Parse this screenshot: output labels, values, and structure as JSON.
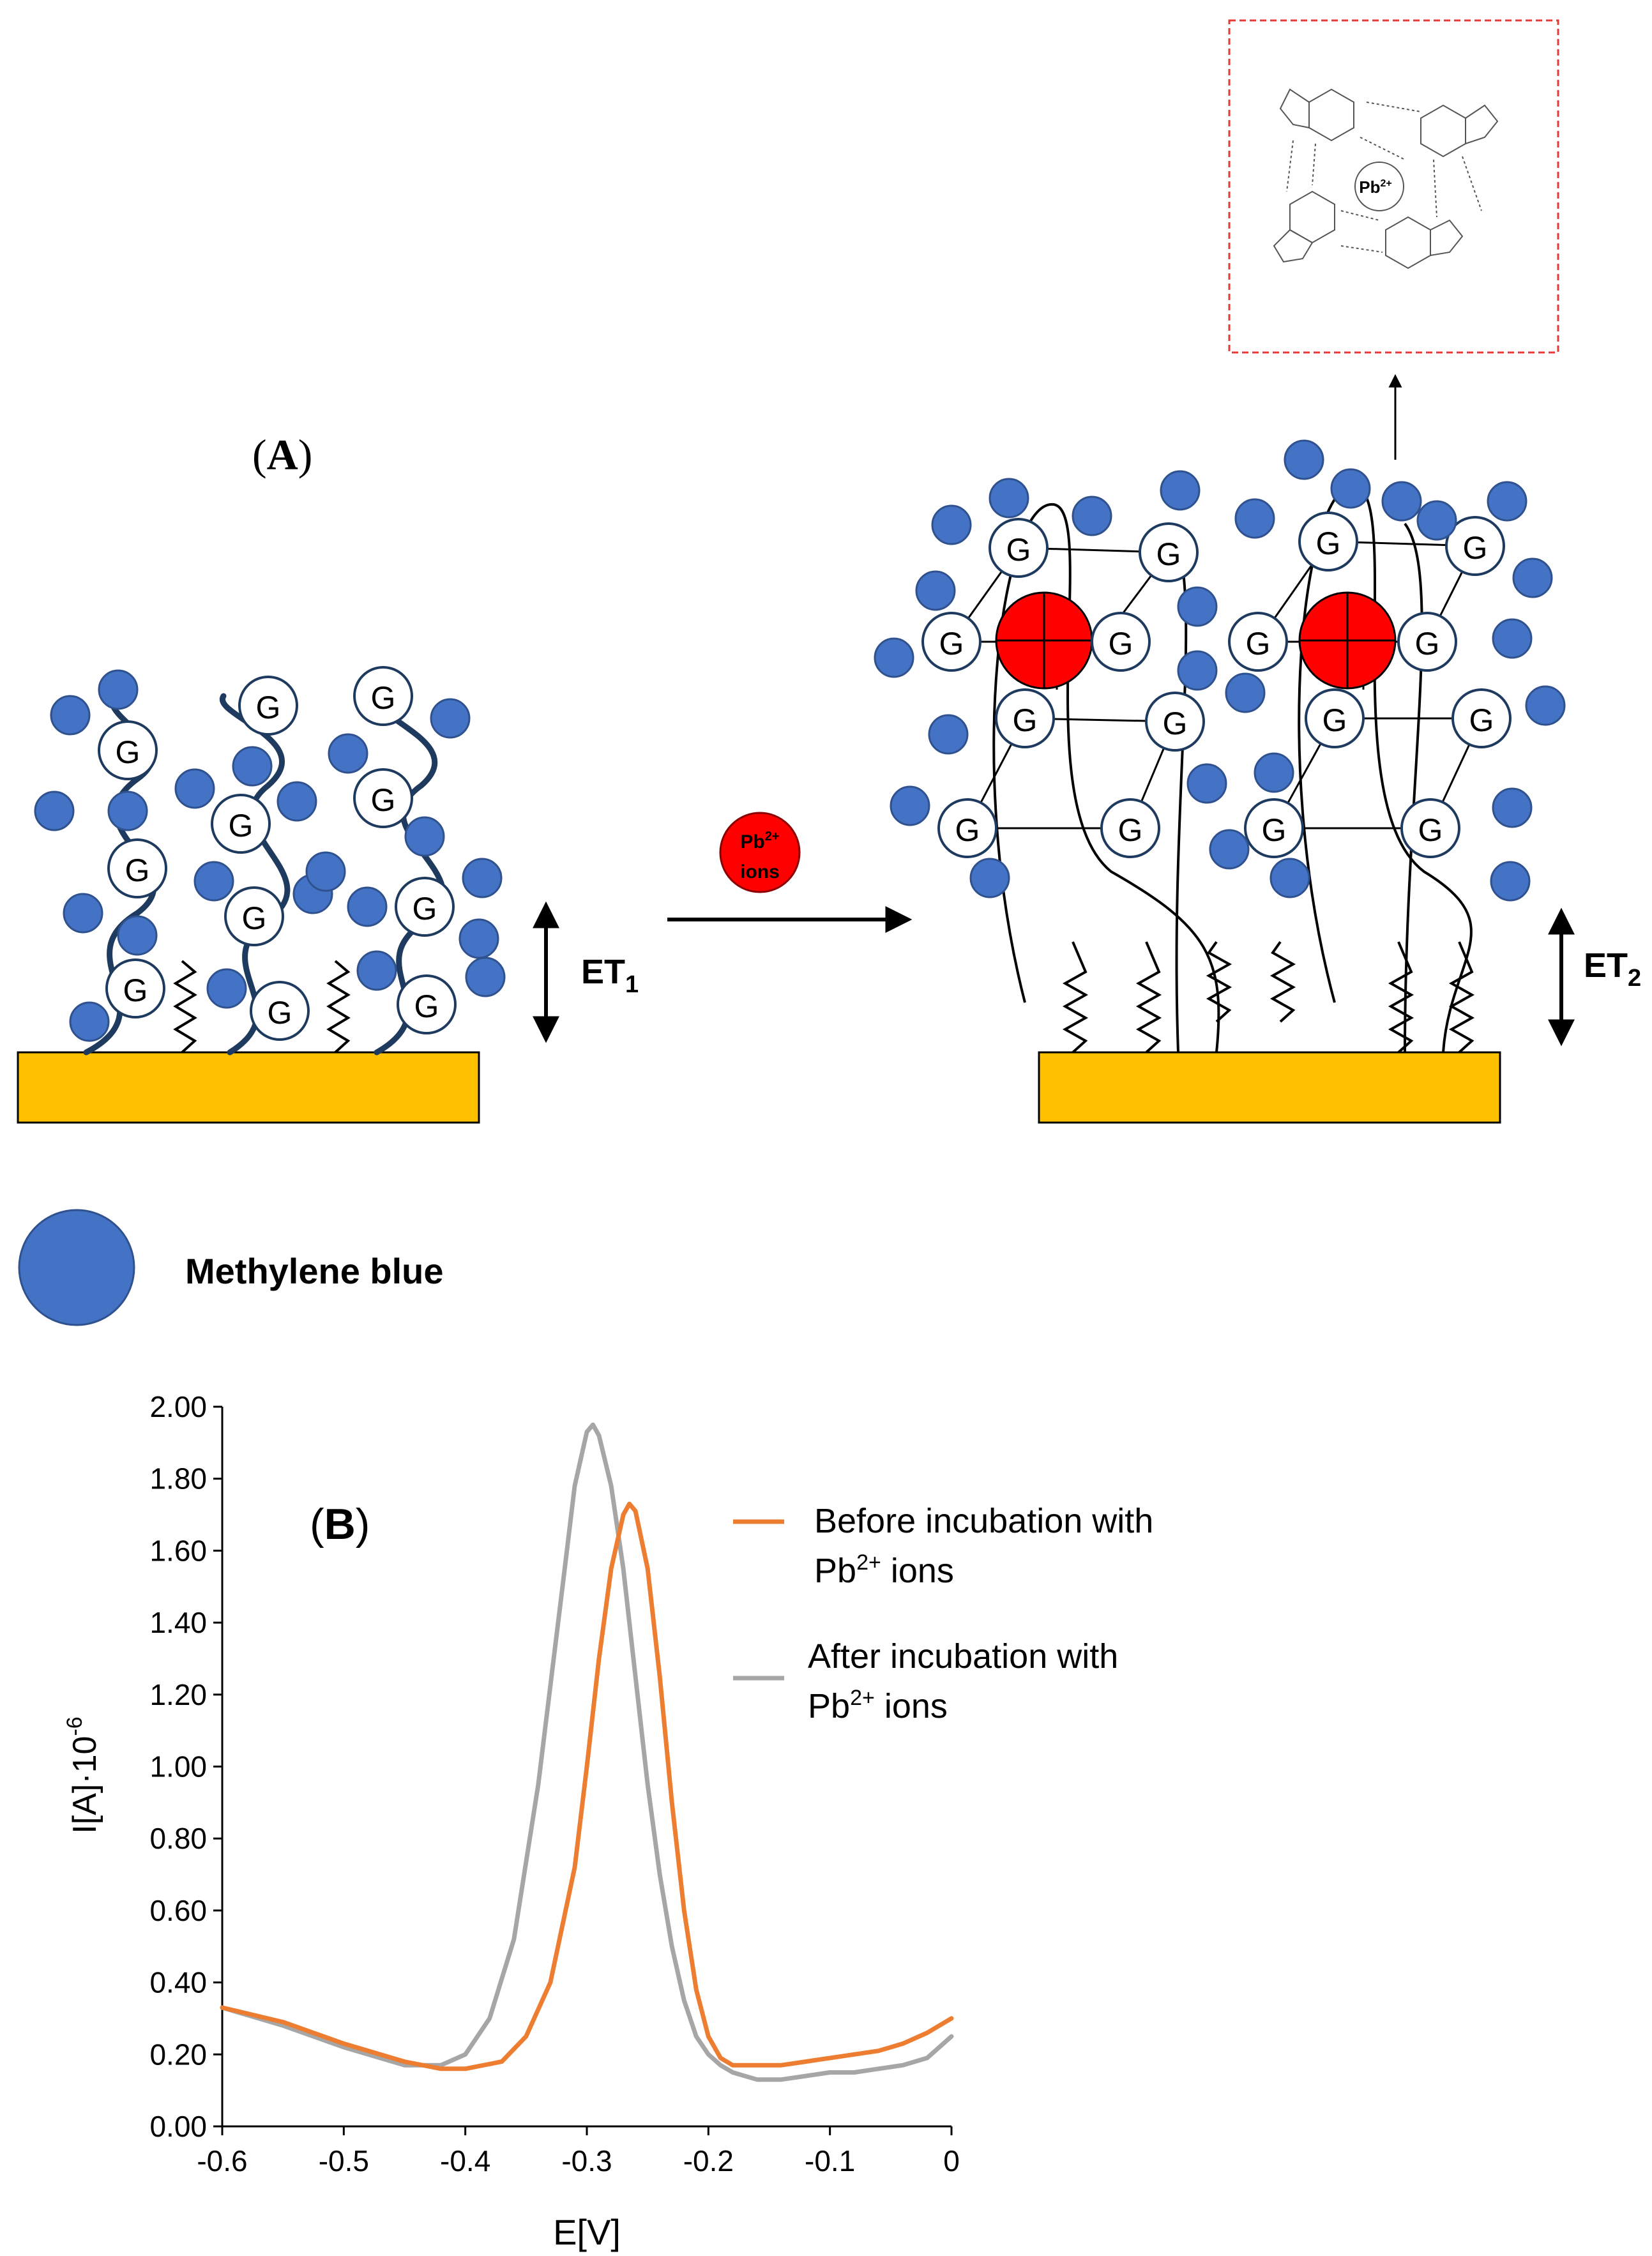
{
  "panel_a": {
    "label_open": "(",
    "label_letter": "A",
    "label_close": ")",
    "base_unit": "G",
    "et1_main": "ET",
    "et1_sub": "1",
    "et2_main": "ET",
    "et2_sub": "2",
    "reagent_line1": "Pb",
    "reagent_sup": "2+",
    "reagent_line2": "ions",
    "inset_ion": "Pb",
    "inset_ion_sup": "2+",
    "legend_label": "Methylene blue",
    "colors": {
      "electrode": "#FFC000",
      "methylene_blue": "#4472C4",
      "lead_ion": "#FF0000",
      "dna_strand": "#1F3A5F",
      "inset_border": "#E53935"
    }
  },
  "panel_b": {
    "label_open": "(",
    "label_letter": "B",
    "label_close": ")",
    "xlabel": "E[V]",
    "ylabel_main": "I[A]·10",
    "ylabel_sup": "-6",
    "legend": [
      {
        "line1": "Before incubation with",
        "line2_main": "Pb",
        "line2_sup": "2+",
        "line2_rest": " ions",
        "color": "#ED7D31"
      },
      {
        "line1": "After incubation with",
        "line2_main": "Pb",
        "line2_sup": "2+",
        "line2_rest": " ions",
        "color": "#A6A6A6"
      }
    ]
  },
  "chart_data": {
    "type": "line",
    "xlabel": "E[V]",
    "ylabel": "I[A]·10-6",
    "xlim": [
      -0.6,
      0
    ],
    "ylim": [
      0,
      2.0
    ],
    "x_ticks": [
      "-0.6",
      "-0.5",
      "-0.4",
      "-0.3",
      "-0.2",
      "-0.1",
      "0"
    ],
    "y_ticks": [
      "0.00",
      "0.20",
      "0.40",
      "0.60",
      "0.80",
      "1.00",
      "1.20",
      "1.40",
      "1.60",
      "1.80",
      "2.00"
    ],
    "grid": false,
    "legend_position": "top-right",
    "series": [
      {
        "name": "Before incubation with Pb2+ ions",
        "color": "#ED7D31",
        "x": [
          -0.6,
          -0.55,
          -0.5,
          -0.45,
          -0.42,
          -0.4,
          -0.37,
          -0.35,
          -0.33,
          -0.31,
          -0.3,
          -0.29,
          -0.28,
          -0.27,
          -0.265,
          -0.26,
          -0.25,
          -0.24,
          -0.23,
          -0.22,
          -0.21,
          -0.2,
          -0.19,
          -0.18,
          -0.16,
          -0.14,
          -0.12,
          -0.1,
          -0.08,
          -0.06,
          -0.04,
          -0.02,
          0
        ],
        "y": [
          0.33,
          0.29,
          0.23,
          0.18,
          0.16,
          0.16,
          0.18,
          0.25,
          0.4,
          0.72,
          1.0,
          1.3,
          1.55,
          1.7,
          1.73,
          1.71,
          1.55,
          1.25,
          0.9,
          0.6,
          0.38,
          0.25,
          0.19,
          0.17,
          0.17,
          0.17,
          0.18,
          0.19,
          0.2,
          0.21,
          0.23,
          0.26,
          0.3
        ]
      },
      {
        "name": "After incubation with Pb2+ ions",
        "color": "#A6A6A6",
        "x": [
          -0.6,
          -0.55,
          -0.5,
          -0.45,
          -0.42,
          -0.4,
          -0.38,
          -0.36,
          -0.34,
          -0.32,
          -0.31,
          -0.3,
          -0.295,
          -0.29,
          -0.28,
          -0.27,
          -0.26,
          -0.25,
          -0.24,
          -0.23,
          -0.22,
          -0.21,
          -0.2,
          -0.19,
          -0.18,
          -0.16,
          -0.14,
          -0.12,
          -0.1,
          -0.08,
          -0.06,
          -0.04,
          -0.02,
          0
        ],
        "y": [
          0.33,
          0.28,
          0.22,
          0.17,
          0.17,
          0.2,
          0.3,
          0.52,
          0.95,
          1.5,
          1.78,
          1.93,
          1.95,
          1.92,
          1.78,
          1.55,
          1.25,
          0.95,
          0.7,
          0.5,
          0.35,
          0.25,
          0.2,
          0.17,
          0.15,
          0.13,
          0.13,
          0.14,
          0.15,
          0.15,
          0.16,
          0.17,
          0.19,
          0.25
        ]
      }
    ]
  }
}
